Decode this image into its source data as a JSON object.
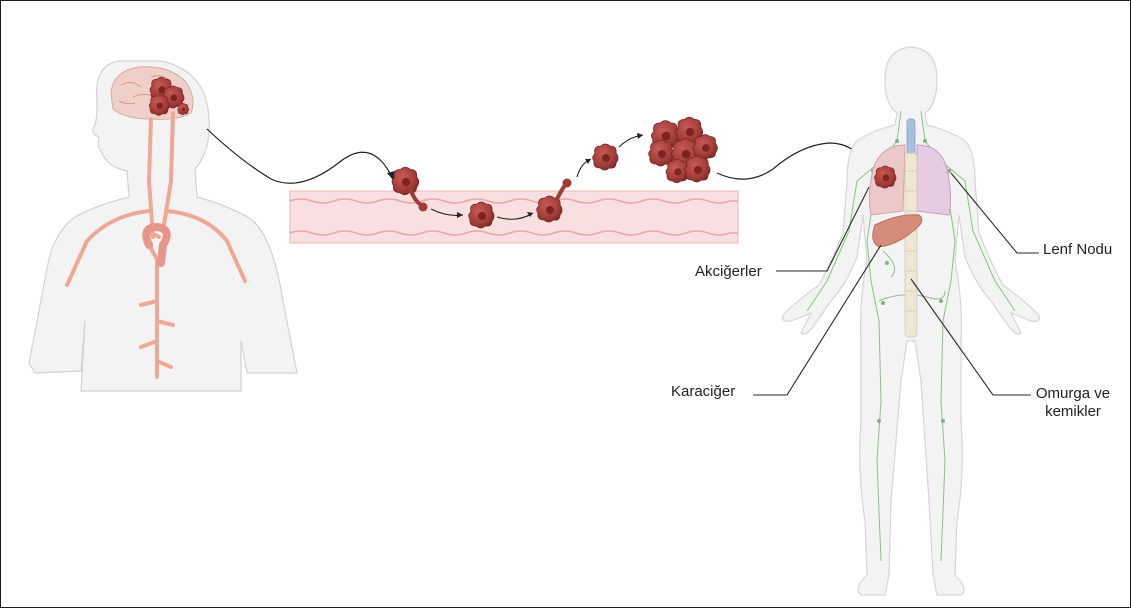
{
  "labels": {
    "lungs": "Akciğerler",
    "liver": "Karaciğer",
    "lymph_node": "Lenf Nodu",
    "spine_bones": "Omurga ve\nkemikler"
  },
  "colors": {
    "tumor": "#a53a3a",
    "vessel_fill": "#f8dede",
    "vessel_line": "#e4a6a6",
    "artery": "#f0a896",
    "body_fill": "#f2f2f2",
    "body_outline": "#d0d0d0",
    "lymph": "#7fb77a",
    "lung": "#e8c3c6",
    "liver": "#d28a78",
    "label_text": "#222222"
  }
}
